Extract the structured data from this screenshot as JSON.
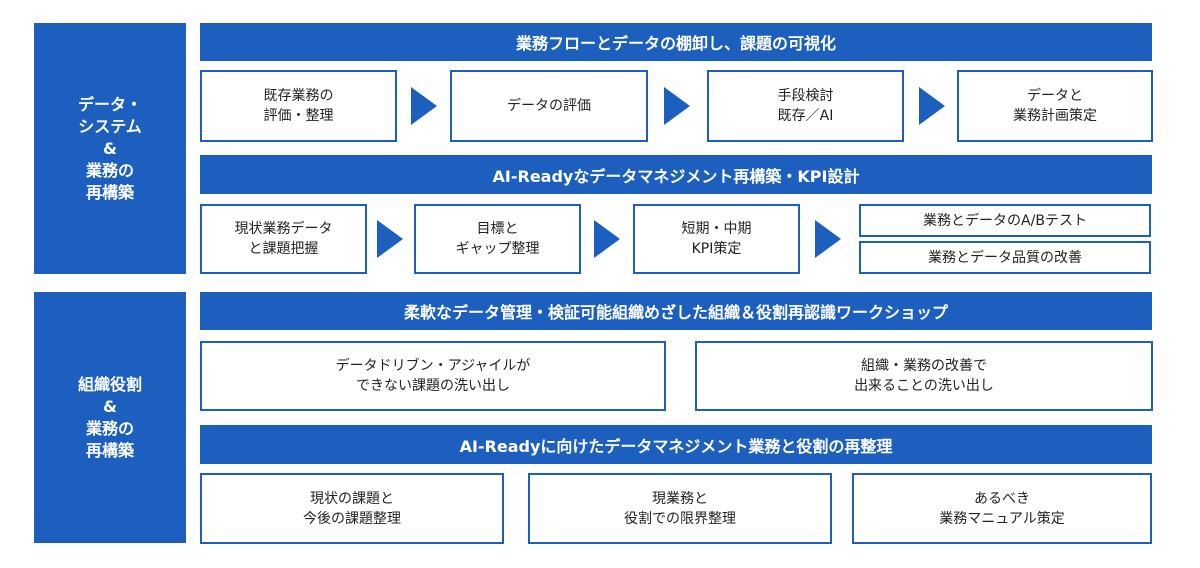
{
  "section1": {
    "side_label": "データ・\nシステム\n&\n業務の\n再構築",
    "banner1": "業務フローとデータの棚卸し、課題の可視化",
    "row1": [
      "既存業務の\n評価・整理",
      "データの評価",
      "手段検討\n既存／AI",
      "データと\n業務計画策定"
    ],
    "banner2": "AI-Readyなデータマネジメント再構築・KPI設計",
    "row2": [
      "現状業務データ\nと課題把握",
      "目標と\nギャップ整理",
      "短期・中期\nKPI策定"
    ],
    "row2_stack": [
      "業務とデータのA/Bテスト",
      "業務とデータ品質の改善"
    ]
  },
  "section2": {
    "side_label": "組織役割\n&\n業務の\n再構築",
    "banner1": "柔軟なデータ管理・検証可能組織めざした組織＆役割再認識ワークショップ",
    "row1": [
      "データドリブン・アジャイルが\nできない課題の洗い出し",
      "組織・業務の改善で\n出来ることの洗い出し"
    ],
    "banner2": "AI-Readyに向けたデータマネジメント業務と役割の再整理",
    "row2": [
      "現状の課題と\n今後の課題整理",
      "現業務と\n役割での限界整理",
      "あるべき\n業務マニュアル策定"
    ]
  }
}
